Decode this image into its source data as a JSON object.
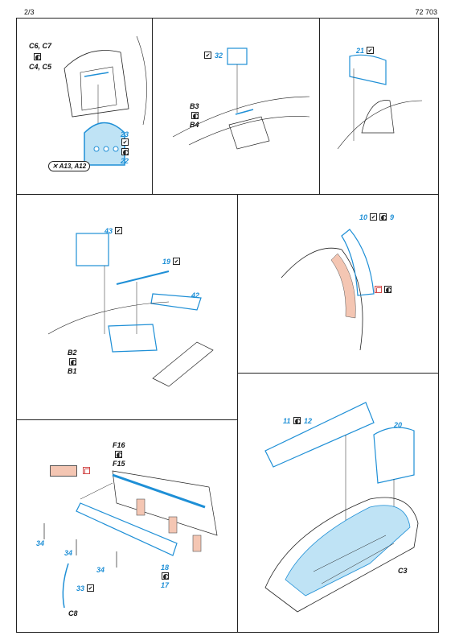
{
  "header": {
    "page_number": "2/3",
    "catalog_number": "72 703"
  },
  "panel1": {
    "label_c6c7": "C6, C7",
    "label_c4c5": "C4, C5",
    "part_23": "23",
    "part_22": "22",
    "label_a13a12": "A13, A12"
  },
  "panel2": {
    "part_32": "32",
    "label_b3": "B3",
    "label_b4": "B4"
  },
  "panel3": {
    "part_21": "21"
  },
  "panel4": {
    "part_43": "43",
    "part_19": "19",
    "part_42": "42",
    "label_b2": "B2",
    "label_b1": "B1"
  },
  "panel5": {
    "part_10": "10",
    "part_9": "9"
  },
  "panel6": {
    "label_f16": "F16",
    "label_f15": "F15",
    "part_34a": "34",
    "part_34b": "34",
    "part_34c": "34",
    "part_18": "18",
    "part_17": "17",
    "part_33": "33",
    "label_c8": "C8"
  },
  "panel7": {
    "part_11": "11",
    "part_12": "12",
    "part_20": "20",
    "label_c3": "C3"
  },
  "colors": {
    "etch_blue": "#1e8fd6",
    "pre_painted": "#f4c6b3",
    "fill_blue": "#bfe3f5"
  }
}
